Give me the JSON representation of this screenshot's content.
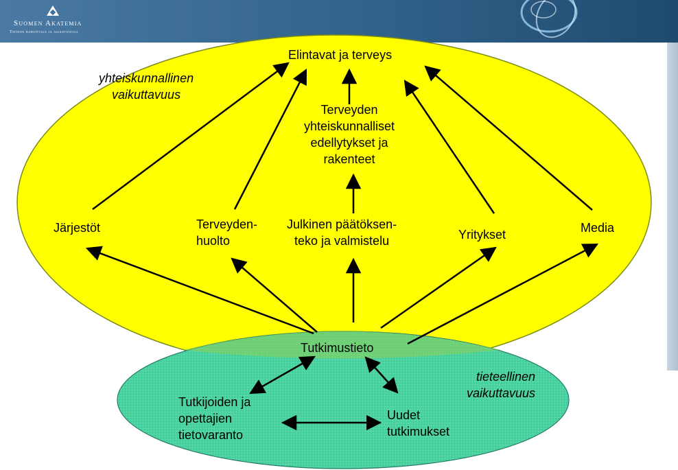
{
  "logo": {
    "name": "Suomen Akatemia",
    "tagline": "Tieteen rahoittaja ja asiantuntija"
  },
  "colors": {
    "societal_ellipse": "#ffff00",
    "scientific_ellipse": "#3fd19a",
    "banner": "#2f6087",
    "arrow": "#000000"
  },
  "societal": {
    "label_line1": "yhteiskunnallinen",
    "label_line2": "vaikuttavuus",
    "top": "Elintavat ja terveys",
    "structures": [
      "Terveyden",
      "yhteiskunnalliset",
      "edellytykset ja",
      "rakenteet"
    ],
    "actors": {
      "jarjestot": "Järjestöt",
      "terveydenhuolto": [
        "Terveyden-",
        "huolto"
      ],
      "julkinen": [
        "Julkinen päätöksen-",
        "teko ja valmistelu"
      ],
      "yritykset": "Yritykset",
      "media": "Media"
    }
  },
  "scientific": {
    "label_line1": "tieteellinen",
    "label_line2": "vaikuttavuus",
    "center": "Tutkimustieto",
    "knowledge": [
      "Tutkijoiden ja",
      "opettajien",
      "tietovaranto"
    ],
    "new_research": [
      "Uudet",
      "tutkimukset"
    ]
  }
}
